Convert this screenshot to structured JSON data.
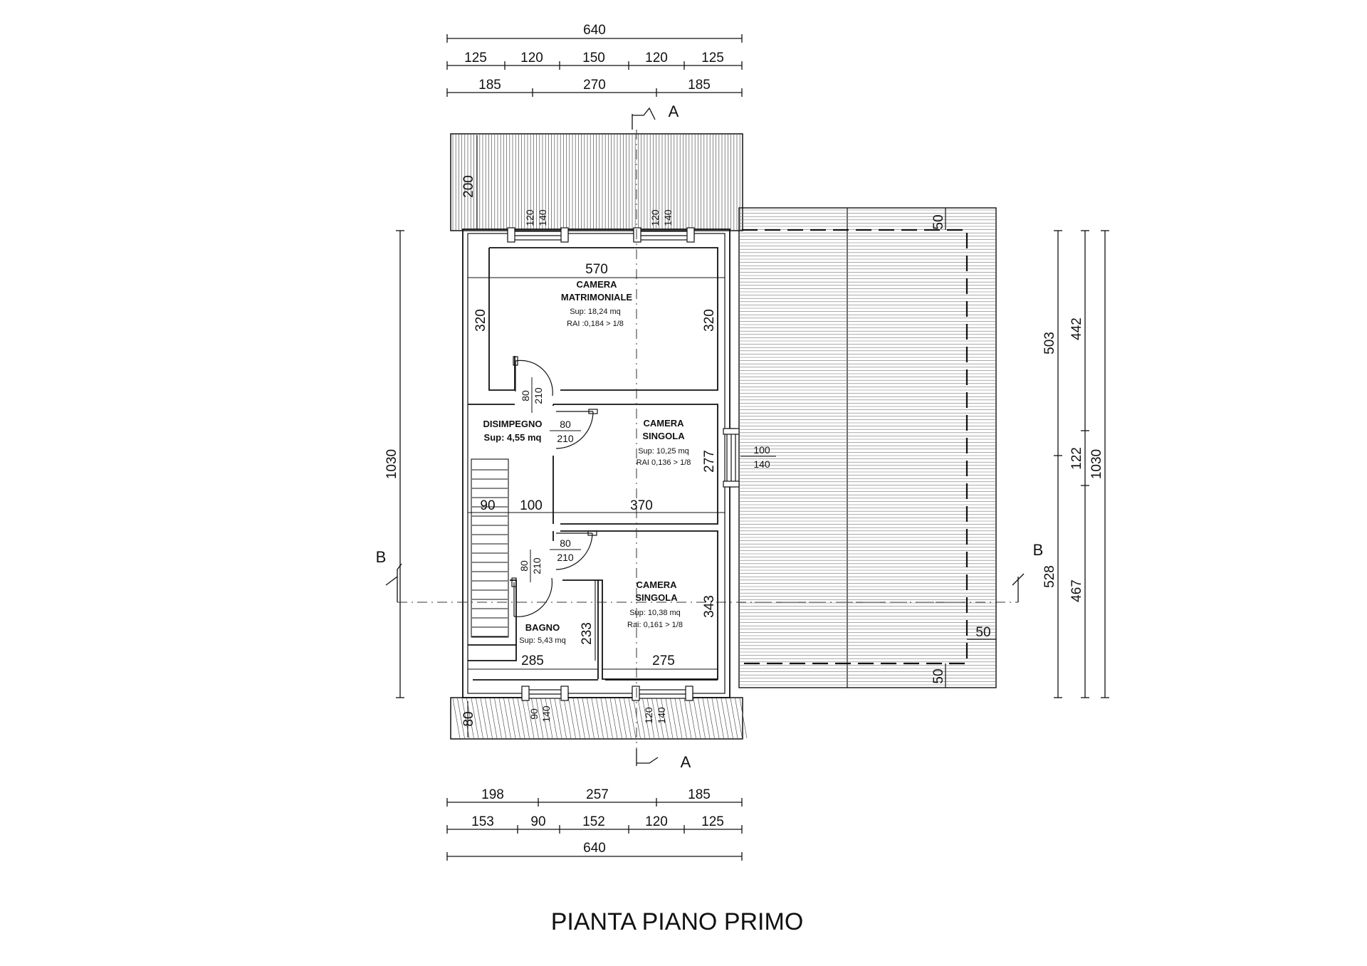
{
  "title": "PIANTA PIANO PRIMO",
  "dimensions": {
    "top_total": "640",
    "top_row2": [
      "125",
      "120",
      "150",
      "120",
      "125"
    ],
    "top_row3": [
      "185",
      "270",
      "185"
    ],
    "bottom_row1": [
      "198",
      "257",
      "185"
    ],
    "bottom_row2": [
      "153",
      "90",
      "152",
      "120",
      "125"
    ],
    "bottom_total": "640",
    "left_total": "1030",
    "right_outer": [
      "503",
      "528"
    ],
    "right_middle": [
      "442",
      "122",
      "467"
    ],
    "right_total": "1030"
  },
  "section_marks": {
    "a": "A",
    "b": "B"
  },
  "rooms": {
    "camera_matrimoniale": {
      "name1": "CAMERA",
      "name2": "MATRIMONIALE",
      "sup": "Sup: 18,24 mq",
      "rai": "RAI :0,184 > 1/8"
    },
    "disimpegno": {
      "name": "DISIMPEGNO",
      "sup": "Sup: 4,55 mq"
    },
    "camera_singola_1": {
      "name1": "CAMERA",
      "name2": "SINGOLA",
      "sup": "Sup: 10,25 mq",
      "rai": "RAI 0,136 > 1/8"
    },
    "camera_singola_2": {
      "name1": "CAMERA",
      "name2": "SINGOLA",
      "sup": "Sup: 10,38 mq",
      "rai": "Rai: 0,161 > 1/8"
    },
    "bagno": {
      "name": "BAGNO",
      "sup": "Sup: 5,43 mq"
    }
  },
  "interior_dims": {
    "d570": "570",
    "d320_left": "320",
    "d320_right": "320",
    "d200": "200",
    "win_top1": [
      "120",
      "140"
    ],
    "win_top2": [
      "120",
      "140"
    ],
    "door1": [
      "80",
      "210"
    ],
    "door2": [
      "80",
      "210"
    ],
    "door3": [
      "80",
      "210"
    ],
    "door4": [
      "80",
      "210"
    ],
    "d277": "277",
    "win_side": [
      "100",
      "140"
    ],
    "d90": "90",
    "d100": "100",
    "d370": "370",
    "d343": "343",
    "d233": "233",
    "d285": "285",
    "d275": "275",
    "d80": "80",
    "win_bot1": [
      "90",
      "140"
    ],
    "win_bot2": [
      "120",
      "140"
    ],
    "roof_50_top": "50",
    "roof_50_mid": "50",
    "roof_50_bot": "50"
  }
}
